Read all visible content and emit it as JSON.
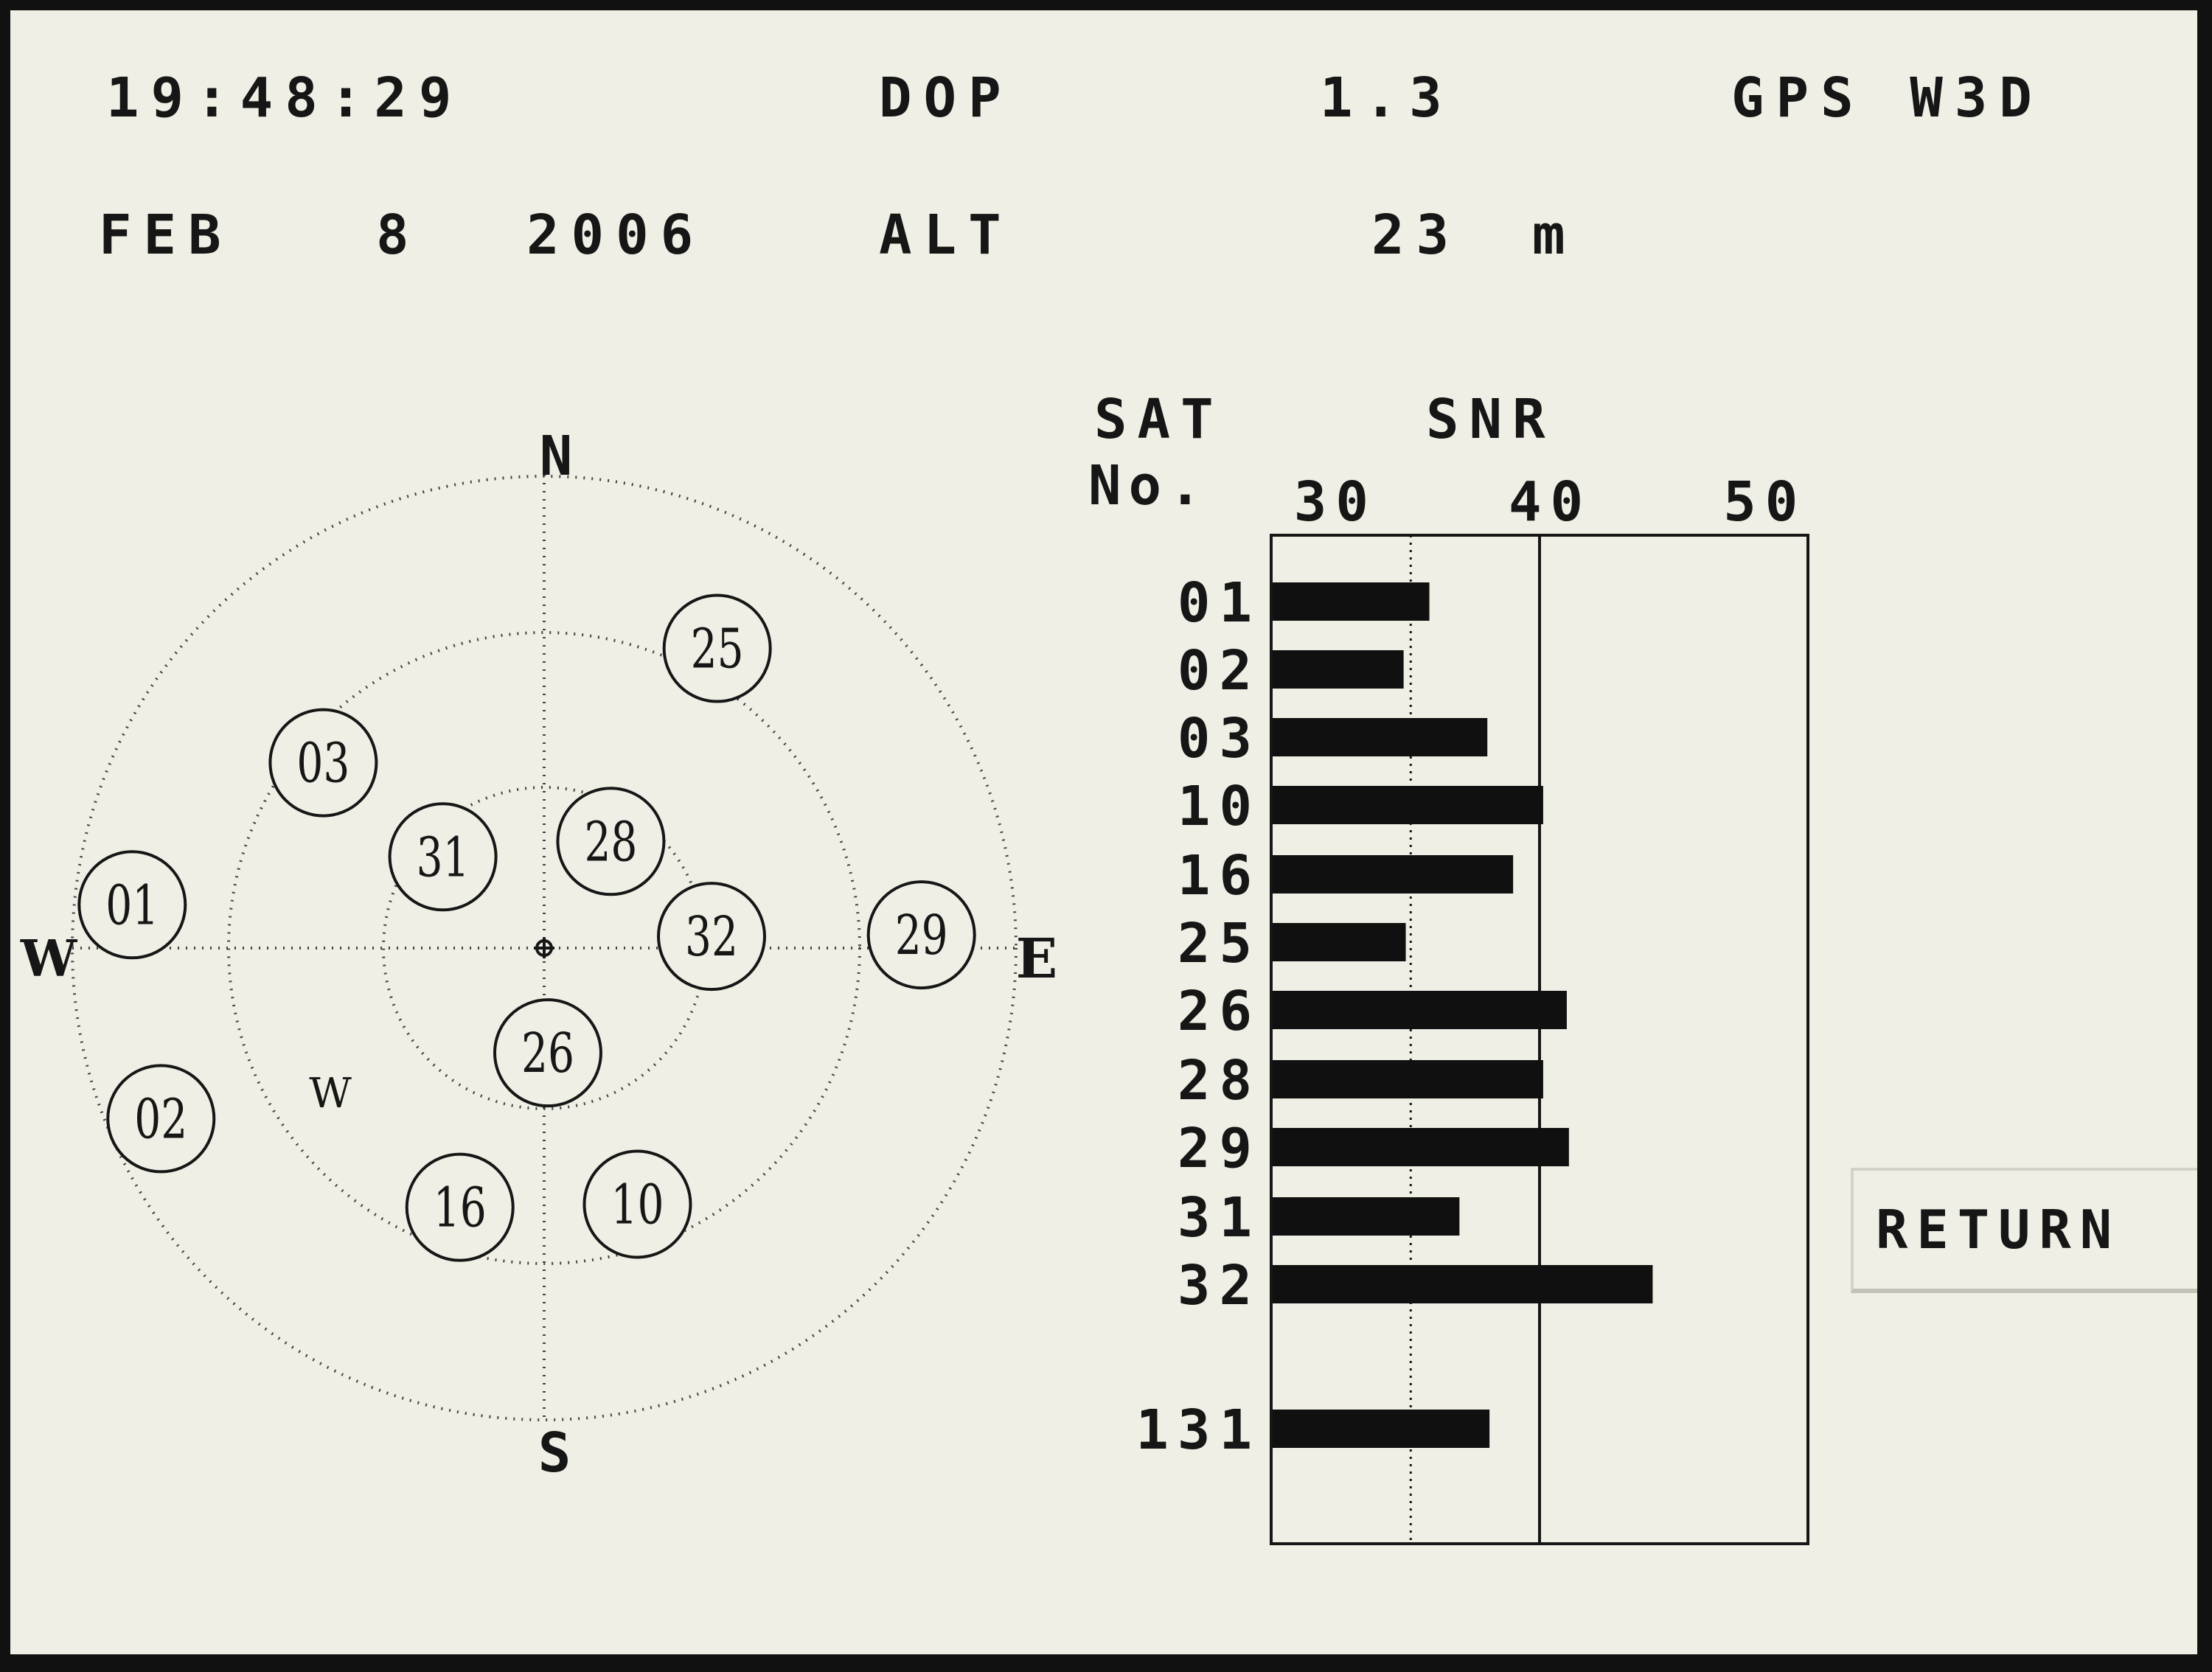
{
  "header": {
    "time": "19:48:29",
    "dop_label": "DOP",
    "dop_value": "1.3",
    "fix_label": "GPS W3D",
    "date_month": "FEB",
    "date_day": "8",
    "date_year": "2006",
    "alt_label": "ALT",
    "alt_value": "23",
    "alt_unit": "m"
  },
  "skyplot": {
    "compass": {
      "north": "N",
      "south": "S",
      "east": "E",
      "west": "W"
    },
    "own_marker": "W",
    "satellites": [
      {
        "id": "03",
        "azimuth": 310,
        "elevation": 35
      },
      {
        "id": "25",
        "azimuth": 30,
        "elevation": 24
      },
      {
        "id": "28",
        "azimuth": 32,
        "elevation": 66
      },
      {
        "id": "31",
        "azimuth": 312,
        "elevation": 64
      },
      {
        "id": "01",
        "azimuth": 276,
        "elevation": 11
      },
      {
        "id": "32",
        "azimuth": 86,
        "elevation": 58
      },
      {
        "id": "29",
        "azimuth": 88,
        "elevation": 18
      },
      {
        "id": "02",
        "azimuth": 246,
        "elevation": 10
      },
      {
        "id": "26",
        "azimuth": 178,
        "elevation": 70
      },
      {
        "id": "16",
        "azimuth": 198,
        "elevation": 38
      },
      {
        "id": "10",
        "azimuth": 160,
        "elevation": 38
      }
    ]
  },
  "snr_panel": {
    "header_sat": "SAT",
    "header_no": "No.",
    "header_snr": "SNR"
  },
  "chart_data": {
    "type": "bar",
    "orientation": "horizontal",
    "xlabel": "SNR",
    "ylabel": "SAT No.",
    "xlim": [
      27,
      52
    ],
    "xticks": [
      30,
      40,
      50
    ],
    "gridlines": [
      {
        "value": 33.5,
        "style": "dotted"
      },
      {
        "value": 39.5,
        "style": "solid"
      }
    ],
    "categories": [
      "01",
      "02",
      "03",
      "10",
      "16",
      "25",
      "26",
      "28",
      "29",
      "31",
      "32",
      "131"
    ],
    "values": [
      34.3,
      33.1,
      37.0,
      39.6,
      38.2,
      33.2,
      40.7,
      39.6,
      40.8,
      35.7,
      44.7,
      37.1
    ]
  },
  "buttons": {
    "return_label": "RETURN"
  },
  "colors": {
    "screen_background": "#efefe6",
    "foreground": "#161616",
    "grid": "#444444"
  }
}
